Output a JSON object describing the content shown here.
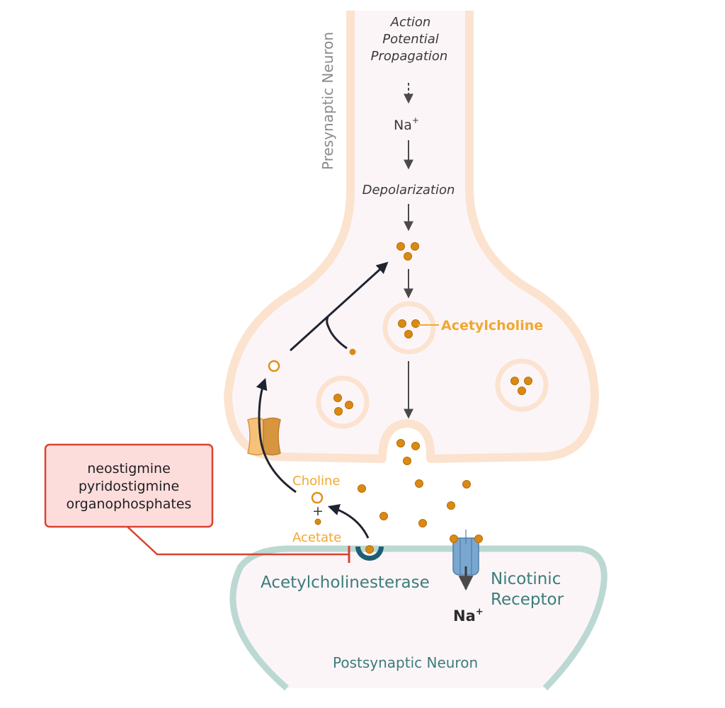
{
  "labels": {
    "presynaptic": "Presynaptic Neuron",
    "postsynaptic": "Postsynaptic Neuron",
    "action_potential": [
      "Action",
      "Potential",
      "Propagation"
    ],
    "na_top": "Na",
    "na_top_sup": "+",
    "depolarization": "Depolarization",
    "acetylcholine": "Acetylcholine",
    "choline": "Choline",
    "plus": "+",
    "acetate": "Acetate",
    "acetylcholinesterase": "Acetylcholinesterase",
    "nicotinic_receptor": [
      "Nicotinic",
      "Receptor"
    ],
    "na_bottom": "Na",
    "na_bottom_sup": "+"
  },
  "inhibitors_box": {
    "lines": [
      "neostigmine",
      "pyridostigmine",
      "organophosphates"
    ]
  },
  "colors": {
    "neuron_fill": "#fcf5f8",
    "neuron_stroke": "#fbe3cf",
    "post_stroke": "#bcd8d2",
    "acetylcholine": "#d98a12",
    "label_orange": "#f0a830",
    "teal_text": "#3b7d7a",
    "enzyme": "#1d5f73",
    "receptor": "#6a9ac2",
    "inhibitor_box_fill": "#fddcdc",
    "inhibitor_box_stroke": "#d9432f"
  }
}
